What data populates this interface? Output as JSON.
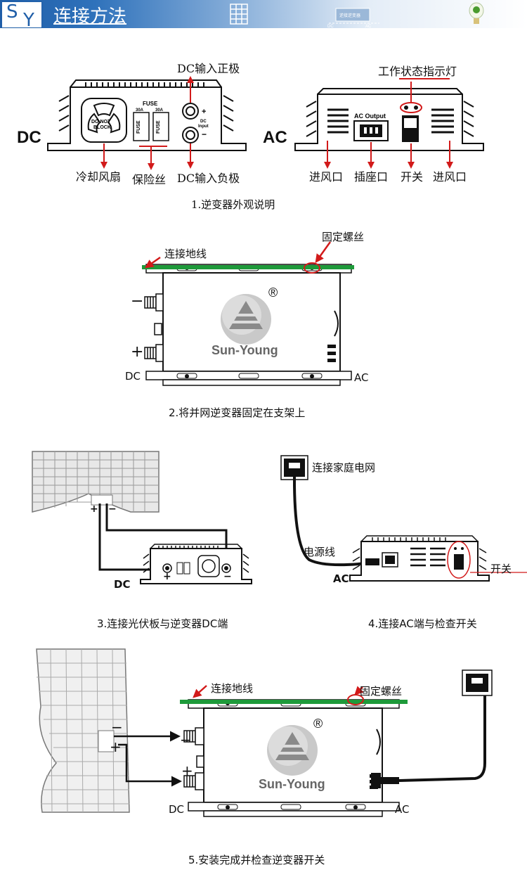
{
  "header": {
    "logo_s": "S",
    "logo_y": "Y",
    "title": "连接方法",
    "diagram_top_label": "逆接逆变器",
    "diagram_dc": "DC",
    "diagram_ac": "AC"
  },
  "step1": {
    "dc_label": "DC",
    "ac_label": "AC",
    "fuse_title": "FUSE",
    "fuse_rating_1": "30A",
    "fuse_rating_2": "30A",
    "fuse_text": "FUSE",
    "fan_text_1": "DO NOT",
    "fan_text_2": "BLOCK",
    "dc_input_1": "DC",
    "dc_input_2": "Input",
    "ac_output": "AC Output",
    "dc_positive": "DC输入正极",
    "dc_negative": "DC输入负极",
    "cooling_fan": "冷却风扇",
    "fuse_label": "保险丝",
    "status_light": "工作状态指示灯",
    "inlet_1": "进风口",
    "socket": "插座口",
    "switch": "开关",
    "inlet_2": "进风口",
    "caption": "1.逆变器外观说明"
  },
  "step2": {
    "ground": "连接地线",
    "screw": "固定螺丝",
    "minus": "−",
    "plus": "+",
    "dc": "DC",
    "ac": "AC",
    "brand": "Sun-Young",
    "registered": "®",
    "caption": "2.将并网逆变器固定在支架上"
  },
  "step3": {
    "plus": "+",
    "minus": "−",
    "dc": "DC",
    "caption": "3.连接光伏板与逆变器DC端"
  },
  "step4": {
    "grid": "连接家庭电网",
    "power_cord": "电源线",
    "switch": "开关",
    "ac": "AC",
    "caption": "4.连接AC端与检查开关"
  },
  "step5": {
    "ground": "连接地线",
    "screw": "固定螺丝",
    "minus": "−",
    "plus": "+",
    "dc": "DC",
    "ac": "AC",
    "brand": "Sun-Young",
    "registered": "®",
    "caption": "5.安装完成并检查逆变器开关"
  },
  "colors": {
    "banner": "#1f5ea8",
    "arrow": "#d21a1a",
    "ground_bar": "#1e9a3a"
  }
}
